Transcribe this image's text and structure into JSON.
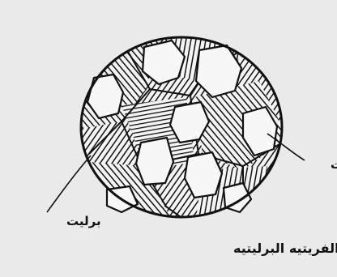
{
  "labels": {
    "ferrite": "الفريت",
    "pearlite": "برليت",
    "caption": "البنيه الفريتيه البرليتيه"
  },
  "colors": {
    "background": "#eaeaea",
    "ink": "#111111",
    "grain": "#f7f7f7"
  },
  "icons": {
    "figure": "ferrite-pearlite-microstructure-icon"
  }
}
